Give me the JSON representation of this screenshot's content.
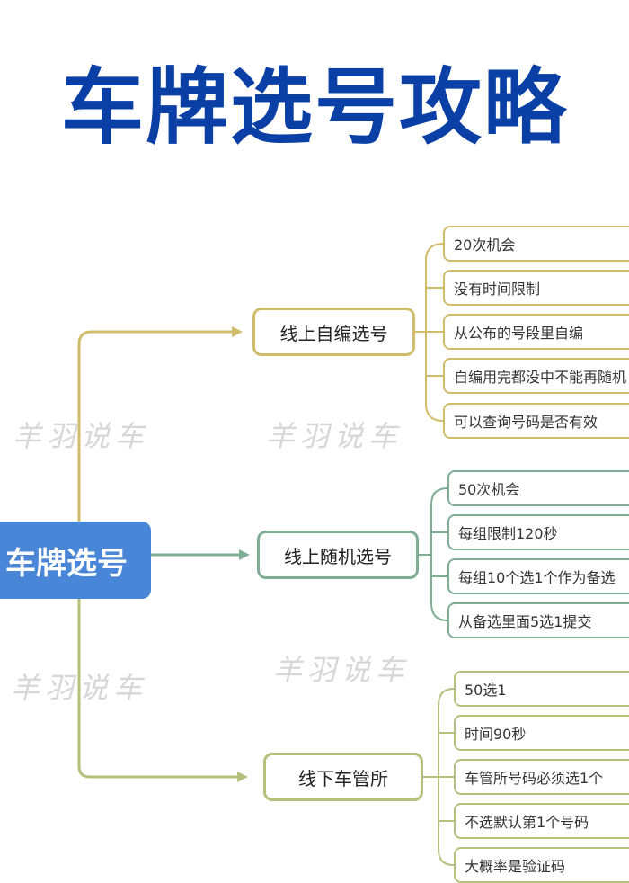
{
  "title": "车牌选号攻略",
  "root": {
    "label": "车牌选号"
  },
  "colors": {
    "title": "#0a3fa6",
    "root": "#4a86d8",
    "online_self": "#d1bc6b",
    "online_random": "#7fae95",
    "offline": "#b5c07c",
    "watermark": "#d7d7d7"
  },
  "branches": [
    {
      "label": "线上自编选号",
      "color": "#d1bc6b",
      "items": [
        "20次机会",
        "没有时间限制",
        "从公布的号段里自编",
        "自编用完都没中不能再随机",
        "可以查询号码是否有效"
      ]
    },
    {
      "label": "线上随机选号",
      "color": "#7fae95",
      "items": [
        "50次机会",
        "每组限制120秒",
        "每组10个选1个作为备选",
        "从备选里面5选1提交"
      ]
    },
    {
      "label": "线下车管所",
      "color": "#b5c07c",
      "items": [
        "50选1",
        "时间90秒",
        "车管所号码必须选1个",
        "不选默认第1个号码",
        "大概率是验证码"
      ]
    }
  ],
  "watermark": "羊羽说车"
}
